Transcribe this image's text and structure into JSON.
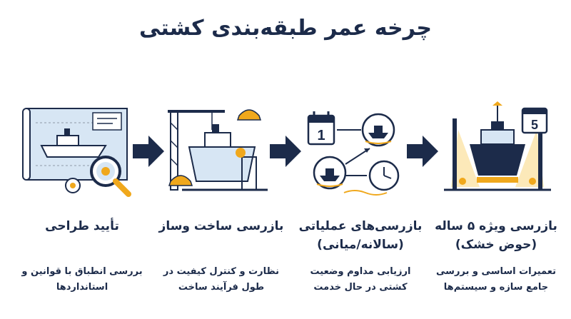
{
  "title": "چرخه عمر طبقه‌بندی کشتی",
  "colors": {
    "navy": "#1c2b4a",
    "gold": "#f0a81c",
    "lightblue": "#d7e6f4",
    "gray": "#8f9aa8"
  },
  "stages": [
    {
      "icon": "blueprint-magnifier-icon",
      "label_lines": [
        "تأیید طراحی"
      ],
      "desc_lines": [
        "بررسی انطباق با قوانین و",
        "استانداردها"
      ]
    },
    {
      "icon": "construction-crane-ship-icon",
      "label_lines": [
        "بازرسی ساخت وساز"
      ],
      "desc_lines": [
        "نظارت و کنترل کیفیت در",
        "طول فرآیند ساخت"
      ]
    },
    {
      "icon": "calendar-ship-clock-icon",
      "label_lines": [
        "بازرسی‌های عملیاتی",
        "(سالانه/میانی)"
      ],
      "desc_lines": [
        "ارزیابی مداوم وضعیت",
        "کشتی در حال خدمت"
      ],
      "calendar_number": "1"
    },
    {
      "icon": "drydock-ship-icon",
      "label_lines": [
        "بازرسی ویژه ۵ ساله",
        "(حوض خشک)"
      ],
      "desc_lines": [
        "تعمیرات اساسی و بررسی",
        "جامع سازه و سیستم‌ها"
      ],
      "calendar_number": "5"
    }
  ]
}
